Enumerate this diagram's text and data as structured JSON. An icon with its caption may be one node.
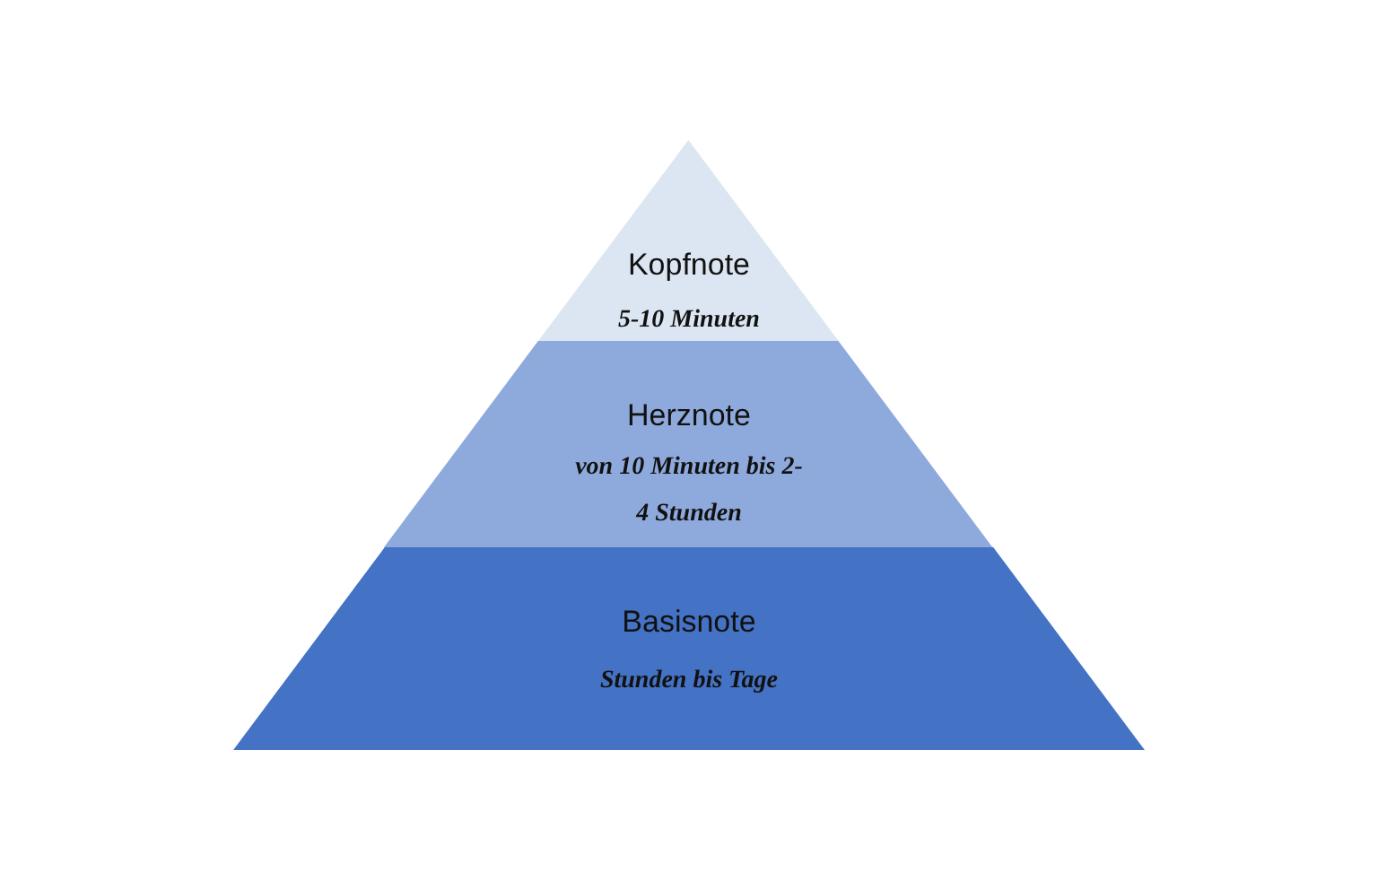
{
  "diagram": {
    "nodes": [
      {
        "text": [
          "Kopfnote",
          "5-10 Minuten"
        ]
      },
      {
        "text": [
          "Herznote",
          "von 10 Minuten bis 2-4 Stunden"
        ]
      },
      {
        "text": [
          "Basisnote",
          "Stunden bis Tage"
        ]
      }
    ]
  }
}
